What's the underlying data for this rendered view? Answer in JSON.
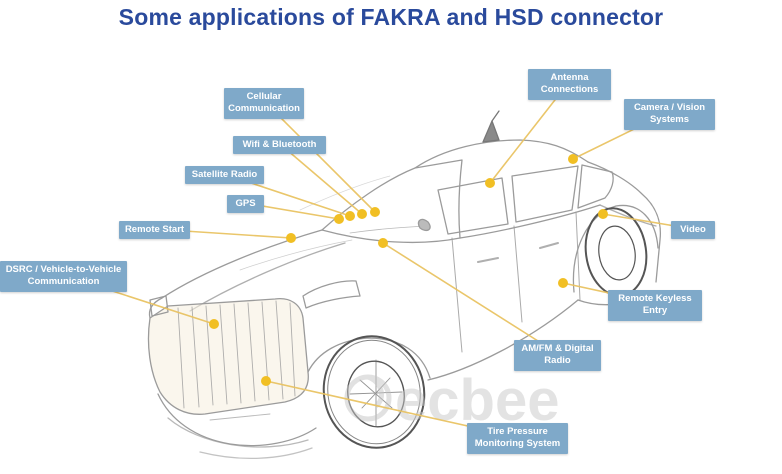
{
  "title": "Some applications of FAKRA and HSD connector",
  "watermark": "ecbee",
  "colors": {
    "title_text": "#2a4a9c",
    "label_background": "#7fa9c9",
    "label_text": "#ffffff",
    "leader_line": "#e9c363",
    "callout_dot": "#f1bf24",
    "sketch_stroke": "#9b9b9b"
  },
  "labels": [
    {
      "text": "Cellular Communication"
    },
    {
      "text": "Wifi & Bluetooth"
    },
    {
      "text": "Satellite Radio"
    },
    {
      "text": "GPS"
    },
    {
      "text": "Remote Start"
    },
    {
      "text": "DSRC / Vehicle-to-Vehicle Communication"
    },
    {
      "text": "Antenna Connections"
    },
    {
      "text": "Camera / Vision Systems"
    },
    {
      "text": "Video"
    },
    {
      "text": "Remote Keyless Entry"
    },
    {
      "text": "AM/FM & Digital Radio"
    },
    {
      "text": "Tire Pressure Monitoring System"
    }
  ]
}
